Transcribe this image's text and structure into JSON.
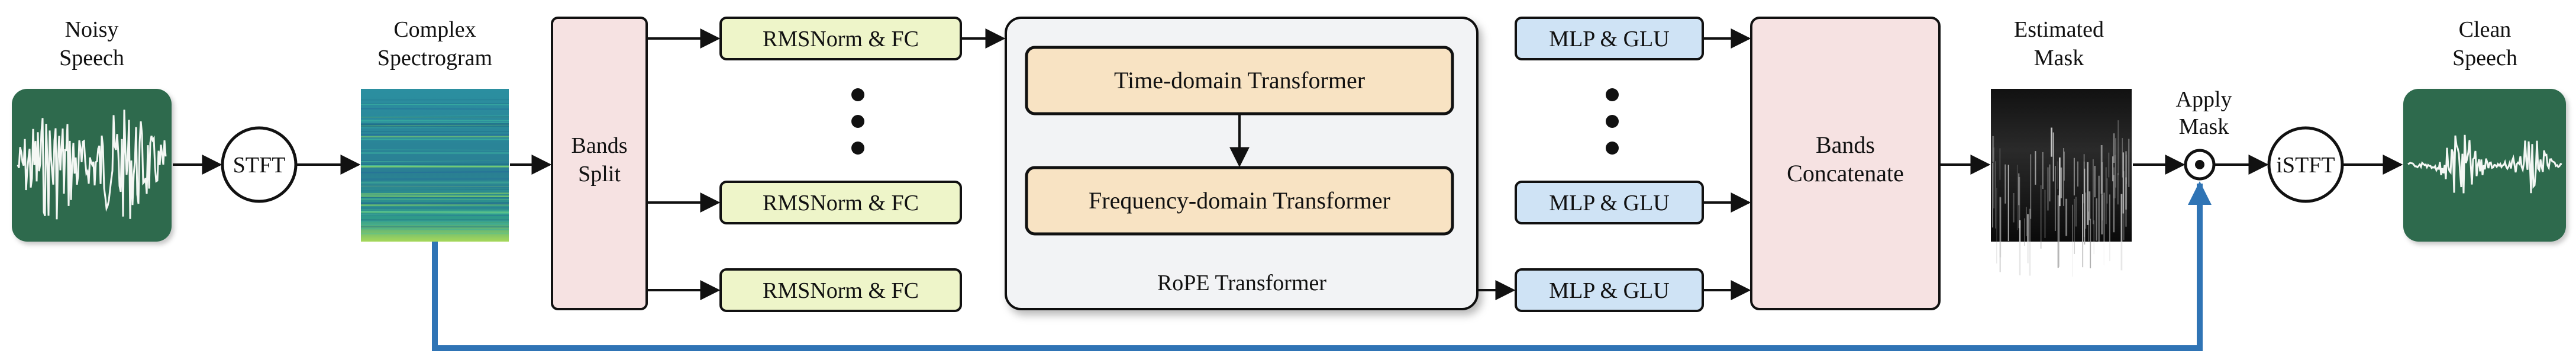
{
  "input": {
    "line1": "Noisy",
    "line2": "Speech"
  },
  "stft": "STFT",
  "spectrogram": {
    "line1": "Complex",
    "line2": "Spectrogram"
  },
  "bands_split": {
    "line1": "Bands",
    "line2": "Split"
  },
  "rms_blocks": [
    "RMSNorm & FC",
    "RMSNorm & FC",
    "RMSNorm & FC"
  ],
  "transformer": {
    "time": "Time-domain Transformer",
    "freq": "Frequency-domain Transformer",
    "caption": "RoPE Transformer"
  },
  "mlp_blocks": [
    "MLP & GLU",
    "MLP & GLU",
    "MLP & GLU"
  ],
  "bands_concat": {
    "line1": "Bands",
    "line2": "Concatenate"
  },
  "mask": {
    "line1": "Estimated",
    "line2": "Mask"
  },
  "apply": {
    "line1": "Apply",
    "line2": "Mask"
  },
  "istft": "iSTFT",
  "output": {
    "line1": "Clean",
    "line2": "Speech"
  },
  "colors": {
    "wave_bg": "#2e6b4d",
    "spec_bg": "#2a8a8c",
    "split_fill": "#f6e2e2",
    "rms_fill": "#eef5c9",
    "transformer_bg": "#f2f3f5",
    "sub_fill": "#f8e3c3",
    "mlp_fill": "#cfe3f5",
    "skip_line": "#2f74b5"
  }
}
